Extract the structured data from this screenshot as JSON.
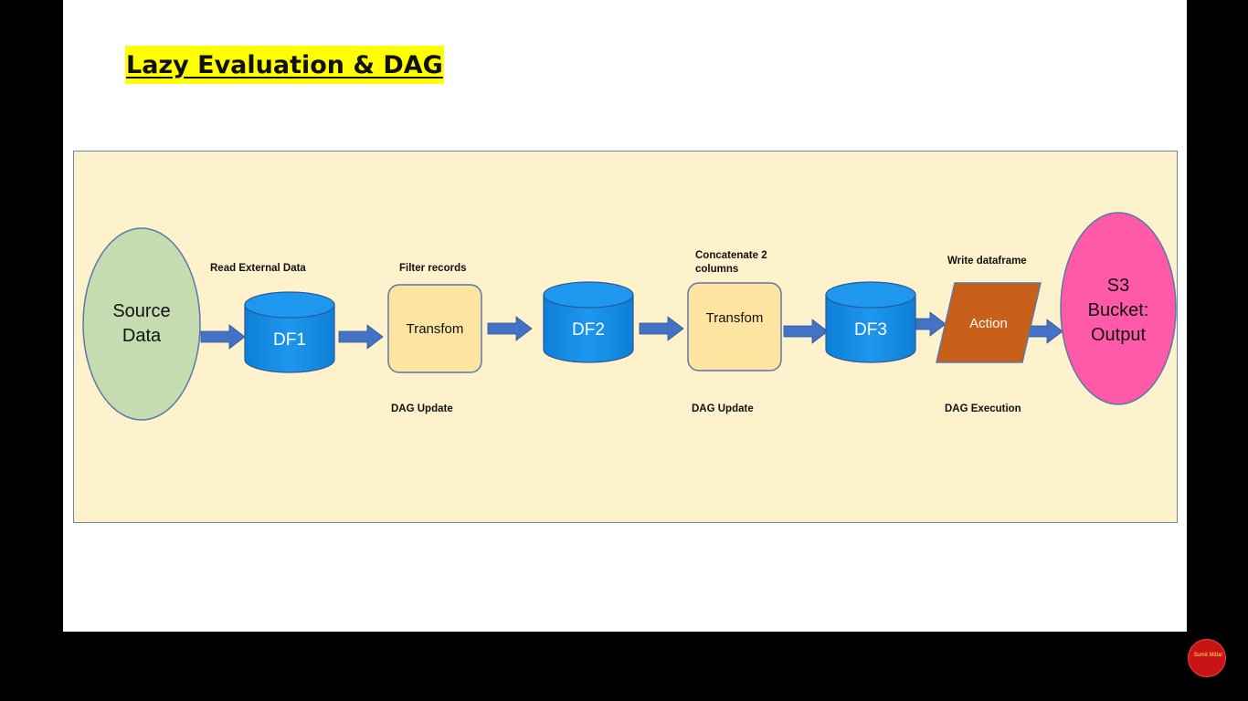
{
  "slide": {
    "title": "Lazy Evaluation & DAG"
  },
  "nodes": {
    "source": "Source Data",
    "df1": "DF1",
    "transform1": "Transfom",
    "df2": "DF2",
    "transform2": "Transfom",
    "df3": "DF3",
    "action": "Action",
    "output": "S3 Bucket: Output"
  },
  "labels": {
    "read_external": "Read External Data",
    "filter_records": "Filter records",
    "concatenate": "Concatenate 2 columns",
    "write_dataframe": "Write dataframe",
    "dag_update_1": "DAG Update",
    "dag_update_2": "DAG Update",
    "dag_execution": "DAG Execution"
  },
  "colors": {
    "panel": "#fdf2cc",
    "source": "#c5dcb0",
    "cylinder": "#1a8fe3",
    "transform": "#fde4a0",
    "action": "#c8601a",
    "output": "#ff5aa8",
    "arrow": "#4472c4",
    "title_highlight": "#ffff00"
  },
  "badge": {
    "logo_text": "Sumit Mittal"
  }
}
